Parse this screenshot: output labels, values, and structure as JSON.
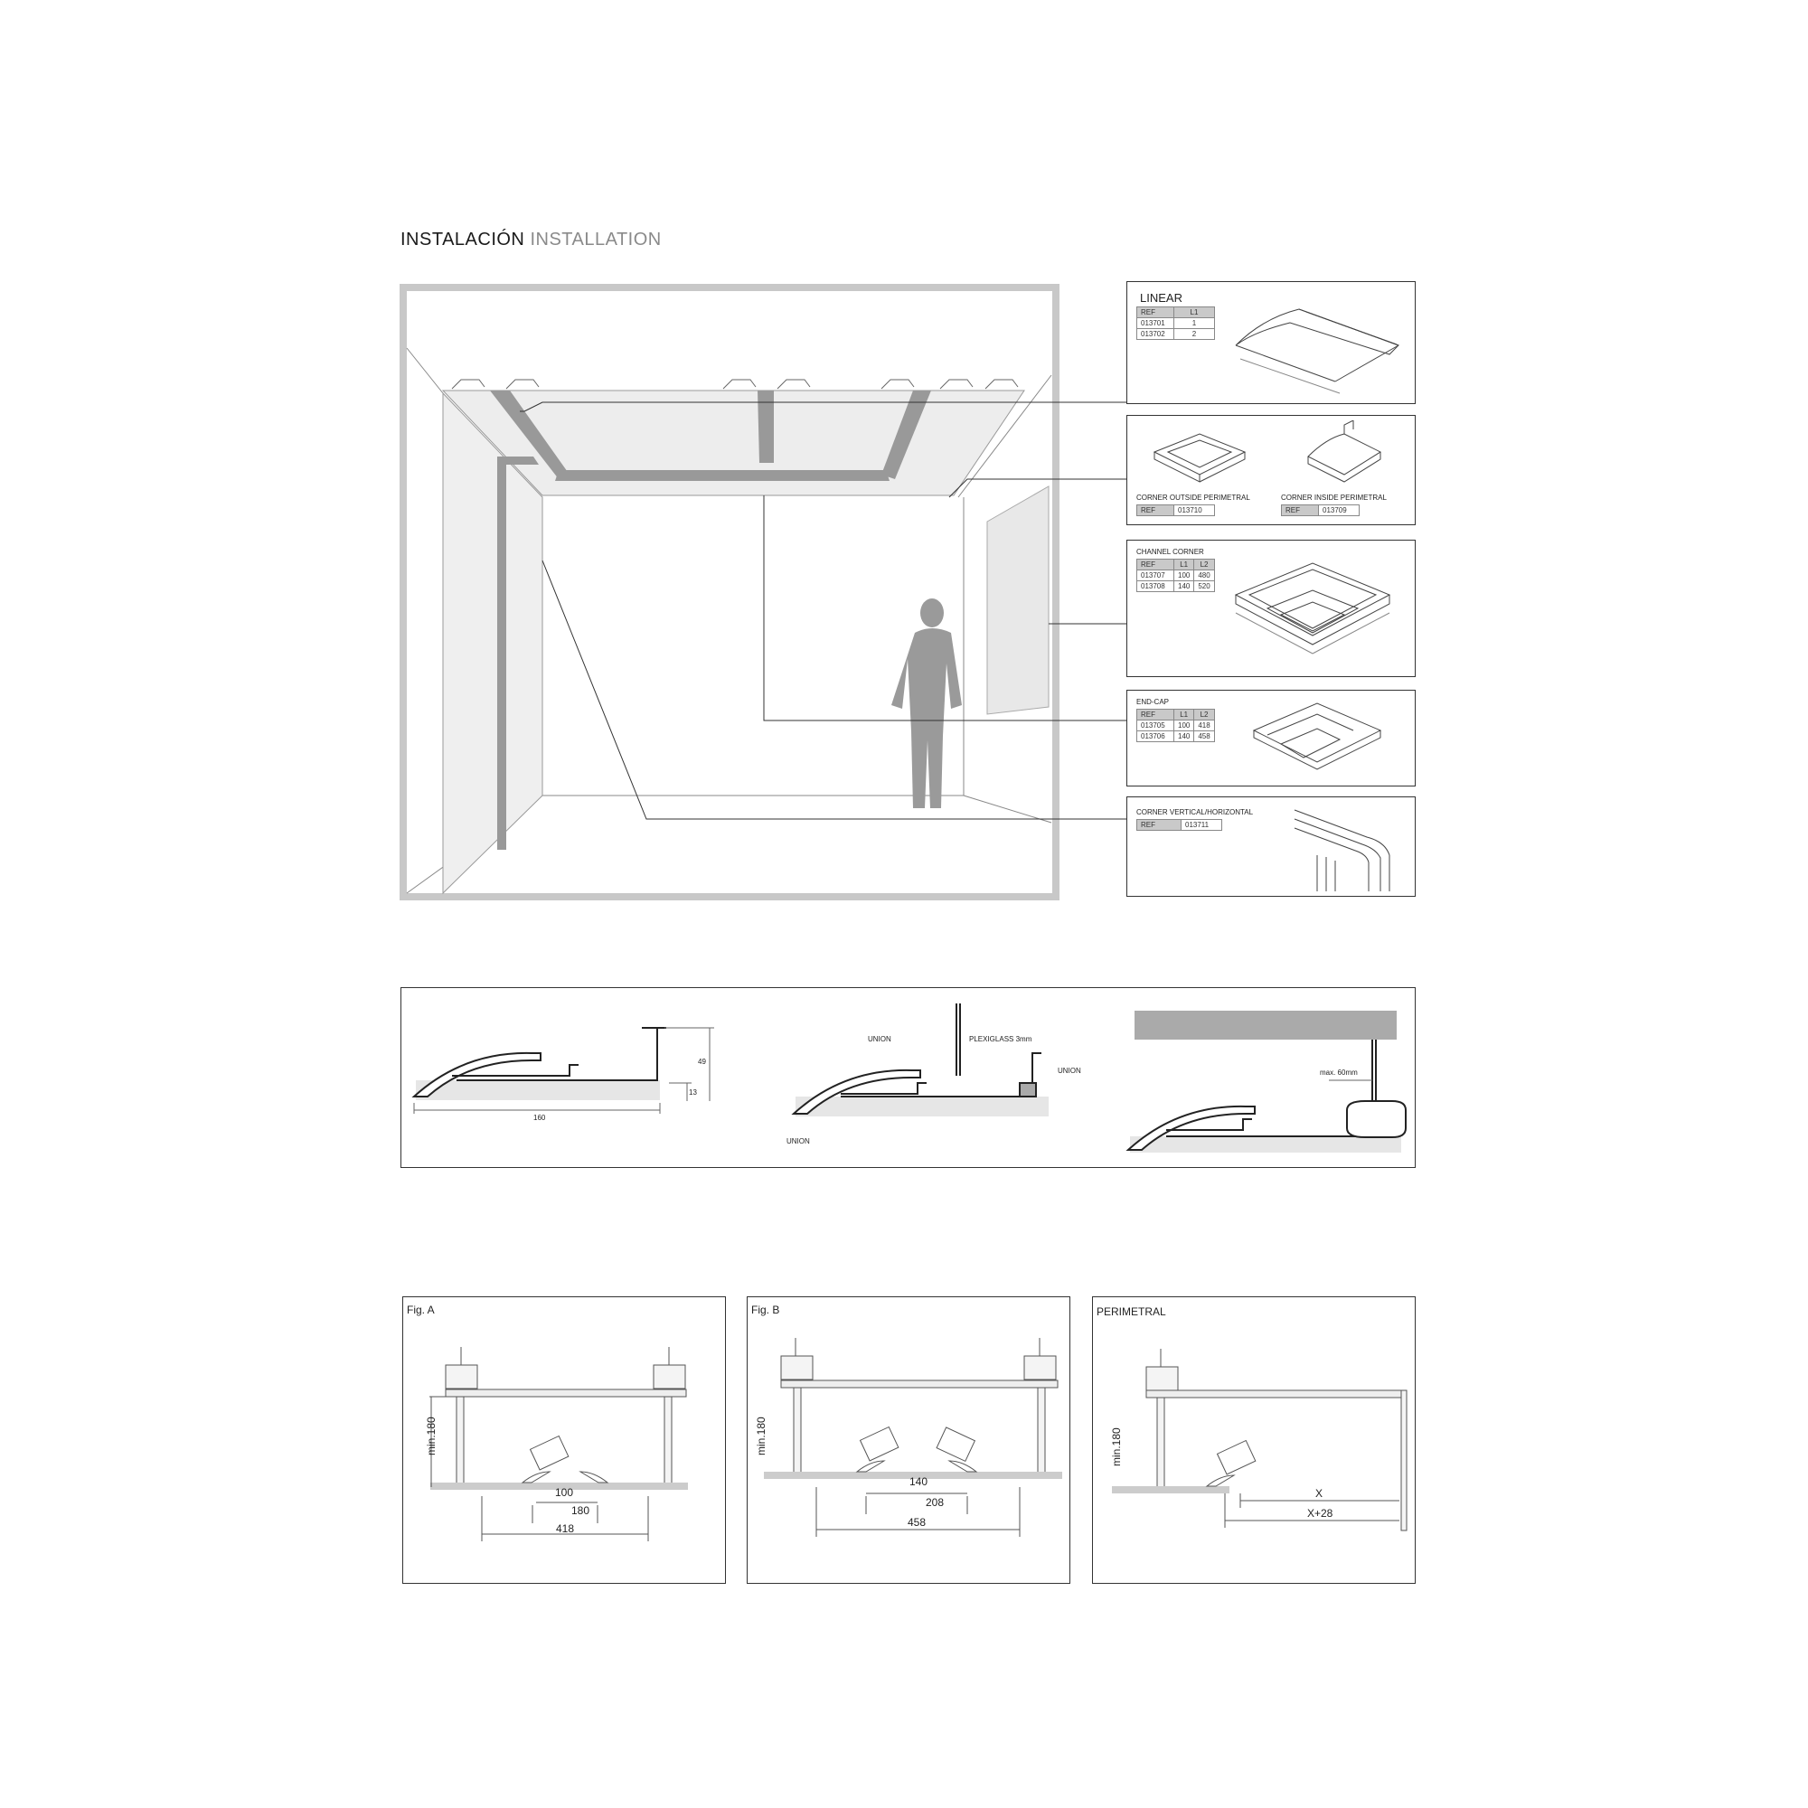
{
  "title": {
    "es": "INSTALACIÓN",
    "en": "INSTALLATION"
  },
  "linear": {
    "title": "LINEAR",
    "headers": [
      "REF",
      "L1"
    ],
    "rows": [
      [
        "013701",
        "1"
      ],
      [
        "013702",
        "2"
      ]
    ]
  },
  "corners": {
    "outside": {
      "title": "CORNER OUTSIDE PERIMETRAL",
      "ref_label": "REF",
      "ref": "013710"
    },
    "inside": {
      "title": "CORNER INSIDE PERIMETRAL",
      "ref_label": "REF",
      "ref": "013709"
    }
  },
  "channel_corner": {
    "title": "CHANNEL CORNER",
    "headers": [
      "REF",
      "L1",
      "L2"
    ],
    "rows": [
      [
        "013707",
        "100",
        "480"
      ],
      [
        "013708",
        "140",
        "520"
      ]
    ]
  },
  "end_cap": {
    "title": "END-CAP",
    "headers": [
      "REF",
      "L1",
      "L2"
    ],
    "rows": [
      [
        "013705",
        "100",
        "418"
      ],
      [
        "013706",
        "140",
        "458"
      ]
    ]
  },
  "corner_vh": {
    "title": "CORNER VERTICAL/HORIZONTAL",
    "ref_label": "REF",
    "ref": "013711"
  },
  "profiles": {
    "dim_49": "49",
    "dim_13": "13",
    "dim_160": "160",
    "union": "UNION",
    "plexiglass": "PLEXIGLASS 3mm",
    "max60": "max. 60mm"
  },
  "fig_a": {
    "label": "Fig. A",
    "min": "min.180",
    "d100": "100",
    "d180": "180",
    "d418": "418"
  },
  "fig_b": {
    "label": "Fig. B",
    "min": "min.180",
    "d140": "140",
    "d208": "208",
    "d458": "458"
  },
  "perimetral": {
    "label": "PERIMETRAL",
    "min": "min.180",
    "x": "X",
    "x28": "X+28"
  }
}
